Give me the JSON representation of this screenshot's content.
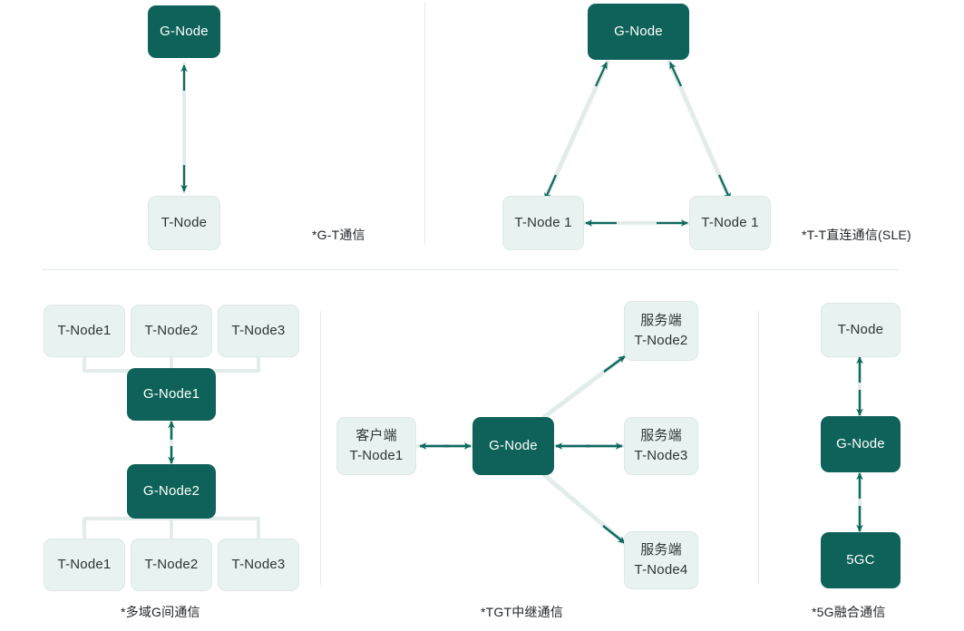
{
  "colors": {
    "node_dark": "#0e6259",
    "node_light": "#e8f2f0",
    "node_light_border": "#dde9e7",
    "wire_light": "#e2edeb",
    "arrow_teal": "#0f6a60",
    "separator": "#e3ecea",
    "caption_text": "#1f2328",
    "background": "#ffffff"
  },
  "panels": [
    {
      "id": "g-t",
      "caption": "*G-T通信",
      "nodes": [
        {
          "id": "gt-g",
          "kind": "dark",
          "lines": [
            "G-Node"
          ]
        },
        {
          "id": "gt-t",
          "kind": "light",
          "lines": [
            "T-Node"
          ]
        }
      ]
    },
    {
      "id": "t-t",
      "caption": "*T-T直连通信(SLE)",
      "nodes": [
        {
          "id": "tt-g",
          "kind": "dark",
          "lines": [
            "G-Node"
          ]
        },
        {
          "id": "tt-t1",
          "kind": "light",
          "lines": [
            "T-Node 1"
          ]
        },
        {
          "id": "tt-t2",
          "kind": "light",
          "lines": [
            "T-Node 1"
          ]
        }
      ]
    },
    {
      "id": "multi-domain",
      "caption": "*多域G间通信",
      "nodes": [
        {
          "id": "md-t1",
          "kind": "light",
          "lines": [
            "T-Node1"
          ]
        },
        {
          "id": "md-t2",
          "kind": "light",
          "lines": [
            "T-Node2"
          ]
        },
        {
          "id": "md-t3",
          "kind": "light",
          "lines": [
            "T-Node3"
          ]
        },
        {
          "id": "md-g1",
          "kind": "dark",
          "lines": [
            "G-Node1"
          ]
        },
        {
          "id": "md-g2",
          "kind": "dark",
          "lines": [
            "G-Node2"
          ]
        },
        {
          "id": "md-b1",
          "kind": "light",
          "lines": [
            "T-Node1"
          ]
        },
        {
          "id": "md-b2",
          "kind": "light",
          "lines": [
            "T-Node2"
          ]
        },
        {
          "id": "md-b3",
          "kind": "light",
          "lines": [
            "T-Node3"
          ]
        }
      ]
    },
    {
      "id": "tgt-relay",
      "caption": "*TGT中继通信",
      "nodes": [
        {
          "id": "tgt-client",
          "kind": "light",
          "lines": [
            "客户端",
            "T-Node1"
          ]
        },
        {
          "id": "tgt-g",
          "kind": "dark",
          "lines": [
            "G-Node"
          ]
        },
        {
          "id": "tgt-s2",
          "kind": "light",
          "lines": [
            "服务端",
            "T-Node2"
          ]
        },
        {
          "id": "tgt-s3",
          "kind": "light",
          "lines": [
            "服务端",
            "T-Node3"
          ]
        },
        {
          "id": "tgt-s4",
          "kind": "light",
          "lines": [
            "服务端",
            "T-Node4"
          ]
        }
      ]
    },
    {
      "id": "fiveg",
      "caption": "*5G融合通信",
      "nodes": [
        {
          "id": "5g-t",
          "kind": "light",
          "lines": [
            "T-Node"
          ]
        },
        {
          "id": "5g-g",
          "kind": "dark",
          "lines": [
            "G-Node"
          ]
        },
        {
          "id": "5g-c",
          "kind": "dark",
          "lines": [
            "5GC"
          ]
        }
      ]
    }
  ],
  "labels": {
    "gt_g_node": "G-Node",
    "gt_t_node": "T-Node",
    "tt_g_node": "G-Node",
    "tt_t_node_left": "T-Node 1",
    "tt_t_node_right": "T-Node 1",
    "md_top_t1": "T-Node1",
    "md_top_t2": "T-Node2",
    "md_top_t3": "T-Node3",
    "md_g1": "G-Node1",
    "md_g2": "G-Node2",
    "md_bot_t1": "T-Node1",
    "md_bot_t2": "T-Node2",
    "md_bot_t3": "T-Node3",
    "tgt_client_l1": "客户端",
    "tgt_client_l2": "T-Node1",
    "tgt_g_node": "G-Node",
    "tgt_s2_l1": "服务端",
    "tgt_s2_l2": "T-Node2",
    "tgt_s3_l1": "服务端",
    "tgt_s3_l2": "T-Node3",
    "tgt_s4_l1": "服务端",
    "tgt_s4_l2": "T-Node4",
    "fiveg_t_node": "T-Node",
    "fiveg_g_node": "G-Node",
    "fiveg_5gc": "5GC"
  },
  "captions": {
    "gt": "*G-T通信",
    "tt": "*T-T直连通信(SLE)",
    "md": "*多域G间通信",
    "tgt": "*TGT中继通信",
    "fiveg": "*5G融合通信"
  }
}
